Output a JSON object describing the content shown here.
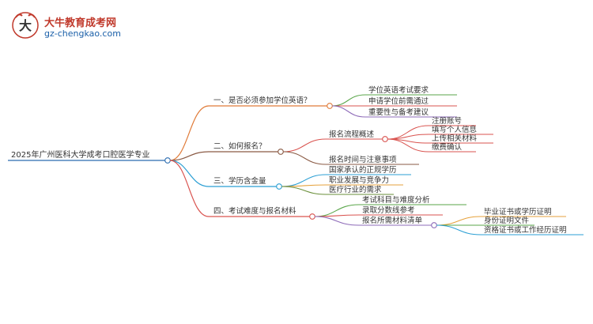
{
  "logo": {
    "name": "大牛教育成考网",
    "url": "gz-chengkao.com"
  },
  "mindmap": {
    "root": "2025年广州医科大学成考口腔医学专业",
    "branches": [
      {
        "label": "一、是否必须参加学位英语？",
        "color": "#e07b39",
        "children": [
          {
            "label": "学位英语考试要求",
            "color": "#5aa64a"
          },
          {
            "label": "申请学位前需通过",
            "color": "#d9534f"
          },
          {
            "label": "重要性与备考建议",
            "color": "#8e6bb8"
          }
        ]
      },
      {
        "label": "二、如何报名？",
        "color": "#8a5a44",
        "children": [
          {
            "label": "报名流程概述",
            "color": "#d9534f",
            "children": [
              {
                "label": "注册账号",
                "color": "#d9534f"
              },
              {
                "label": "填写个人信息",
                "color": "#d9534f"
              },
              {
                "label": "上传相关材料",
                "color": "#d9534f"
              },
              {
                "label": "缴费确认",
                "color": "#d9534f"
              }
            ]
          },
          {
            "label": "报名时间与注意事项",
            "color": "#8a5a44"
          }
        ]
      },
      {
        "label": "三、学历含金量",
        "color": "#2b9fd4",
        "children": [
          {
            "label": "国家承认的正规学历",
            "color": "#2b9fd4"
          },
          {
            "label": "职业发展与竞争力",
            "color": "#e6a23c"
          },
          {
            "label": "医疗行业的需求",
            "color": "#6a8f3a"
          }
        ]
      },
      {
        "label": "四、考试难度与报名材料",
        "color": "#d9534f",
        "children": [
          {
            "label": "考试科目与难度分析",
            "color": "#5aa64a"
          },
          {
            "label": "录取分数线参考",
            "color": "#d9534f"
          },
          {
            "label": "报名所需材料清单",
            "color": "#8e6bb8",
            "children": [
              {
                "label": "毕业证书或学历证明",
                "color": "#e6a23c"
              },
              {
                "label": "身份证明文件",
                "color": "#5aa64a"
              },
              {
                "label": "资格证书或工作经历证明",
                "color": "#2b9fd4"
              }
            ]
          }
        ]
      }
    ]
  }
}
